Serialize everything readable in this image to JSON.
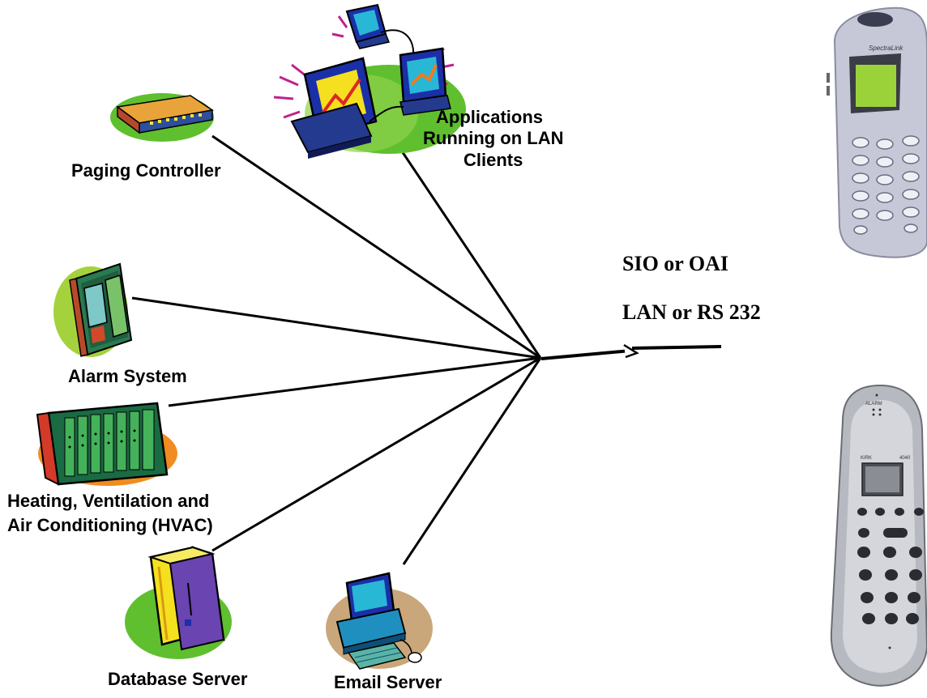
{
  "nodes": {
    "paging_controller": "Paging Controller",
    "applications_line1": "Applications",
    "applications_line2": "Running on LAN",
    "applications_line3": "Clients",
    "alarm_system": "Alarm System",
    "hvac_line1": "Heating, Ventilation and",
    "hvac_line2": "Air Conditioning (HVAC)",
    "database_server": "Database Server",
    "email_server": "Email Server"
  },
  "link": {
    "protocol": "SIO or OAI",
    "transport": "LAN or RS 232"
  },
  "handsets": {
    "top_brand": "SpectraLink",
    "bottom_brand": "KIRK",
    "bottom_model": "4040",
    "bottom_alarm": "ALARM"
  }
}
